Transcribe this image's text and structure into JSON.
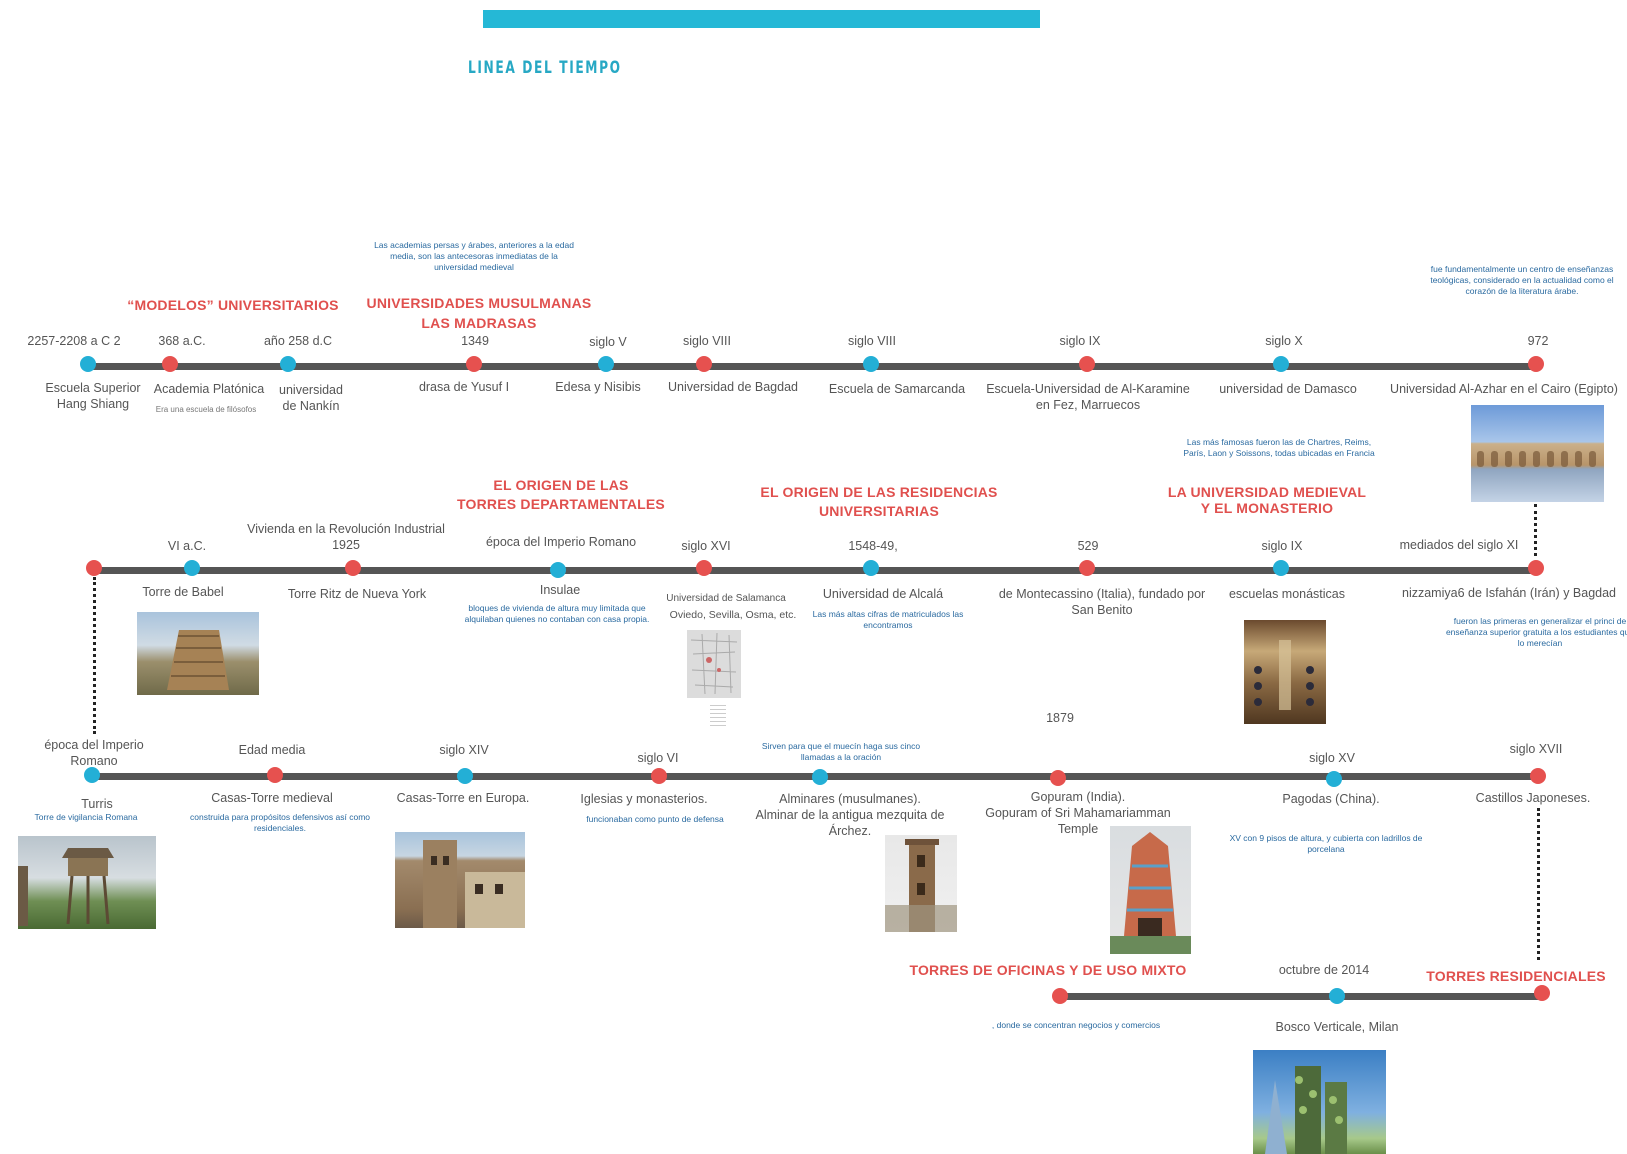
{
  "title": "LINEA DEL TIEMPO",
  "colors": {
    "accent": "#25b8d6",
    "heading": "#e0504e",
    "line": "#555555",
    "note": "#2a6aa0",
    "dot_red": "#e6514f",
    "dot_blue": "#23afd6"
  },
  "row1": {
    "heading_modelos": "“MODELOS” UNIVERSITARIOS",
    "heading_musulmanas_1": "UNIVERSIDADES MUSULMANAS",
    "heading_musulmanas_2": "LAS MADRASAS",
    "note_musulmanas": "Las academias persas y árabes, anteriores a la edad media, son las antecesoras inmediatas de la universidad medieval",
    "note_cairo": "fue fundamentalmente un centro de enseñanzas teológicas, considerado en la actualidad como el corazón de la literatura árabe.",
    "events": [
      {
        "date": "2257-2208 a C 2",
        "label": "Escuela Superior\nHang Shiang",
        "color": "blue"
      },
      {
        "date": "368 a.C.",
        "label": "Academia Platónica",
        "sub": "Era una escuela de filósofos",
        "color": "red"
      },
      {
        "date": "año 258 d.C",
        "label": "universidad\nde Nankín",
        "color": "blue"
      },
      {
        "date": "1349",
        "label": "drasa de Yusuf I",
        "color": "red"
      },
      {
        "date": "siglo V",
        "label": "Edesa y Nisibis",
        "color": "blue"
      },
      {
        "date": "siglo VIII",
        "label": "Universidad de Bagdad",
        "color": "red"
      },
      {
        "date": "siglo VIII",
        "label": "Escuela de Samarcanda",
        "color": "blue"
      },
      {
        "date": "siglo IX",
        "label": "Escuela-Universidad de Al-Karamine\nen Fez, Marruecos",
        "color": "red"
      },
      {
        "date": "siglo X",
        "label": "universidad de Damasco",
        "color": "blue"
      },
      {
        "date": "972",
        "label": "Universidad Al-Azhar en el Cairo (Egipto)",
        "color": "red"
      }
    ]
  },
  "row2": {
    "heading_torres_1": "EL ORIGEN DE LAS",
    "heading_torres_2": "TORRES DEPARTAMENTALES",
    "heading_residencias_1": "EL ORIGEN DE LAS RESIDENCIAS",
    "heading_residencias_2": "UNIVERSITARIAS",
    "heading_medieval_1": "LA UNIVERSIDAD MEDIEVAL",
    "heading_medieval_2": "Y EL MONASTERIO",
    "note_medieval": "Las más famosas fueron las de Chartres, Reims, París, Laon y Soissons, todas ubicadas en Francia",
    "note_insulae": "bloques de vivienda de altura muy limitada que alquilaban quienes no contaban con casa propia.",
    "note_alcala": "Las más altas cifras de matriculados las encontramos",
    "note_nizzamiya": "fueron las primeras en generalizar el princi de enseñanza superior gratuita a los estudiantes que lo merecían",
    "events": [
      {
        "date": "",
        "label": "",
        "color": "red"
      },
      {
        "date": "VI a.C.",
        "label": "Torre de Babel",
        "color": "blue"
      },
      {
        "date": "Vivienda en la Revolución Industrial\n1925",
        "label": "Torre Ritz de Nueva York",
        "color": "red"
      },
      {
        "date": "época del Imperio Romano",
        "label": "Insulae",
        "color": "blue"
      },
      {
        "date": "siglo XVI",
        "label": "Universidad de Salamanca",
        "sub": "Oviedo, Sevilla, Osma, etc.",
        "color": "red"
      },
      {
        "date": "1548-49,",
        "label": "Universidad de Alcalá",
        "color": "blue"
      },
      {
        "date": "529",
        "label": "de Montecassino (Italia), fundado por\nSan Benito",
        "color": "red"
      },
      {
        "date": "siglo IX",
        "label": "escuelas monásticas",
        "color": "blue"
      },
      {
        "date": "mediados del siglo XI",
        "label": "nizzamiya6 de Isfahán (Irán) y Bagdad",
        "color": "red"
      }
    ]
  },
  "row3": {
    "date_1879": "1879",
    "note_turris": "Torre de vigilancia Romana",
    "note_casas": "construida para propósitos defensivos así como residenciales.",
    "note_iglesias": "funcionaban como punto de defensa",
    "note_alminares": "Sirven para que el muecín haga sus cinco llamadas a la oración",
    "note_pagodas": "XV con 9 pisos de altura, y cubierta con ladrillos de porcelana",
    "events": [
      {
        "date": "época del Imperio\nRomano",
        "label": "Turris",
        "color": "blue"
      },
      {
        "date": "Edad media",
        "label": "Casas-Torre medieval",
        "color": "red"
      },
      {
        "date": "siglo XIV",
        "label": "Casas-Torre en Europa.",
        "color": "blue"
      },
      {
        "date": "siglo VI",
        "label": "Iglesias y monasterios.",
        "color": "red"
      },
      {
        "date": "",
        "label": "Alminares (musulmanes).\nAlminar de la antigua mezquita de\nÁrchez.",
        "color": "blue"
      },
      {
        "date": "",
        "label": "Gopuram (India).\nGopuram of Sri Mahamariamman\nTemple",
        "color": "red"
      },
      {
        "date": "siglo XV",
        "label": "Pagodas (China).",
        "color": "blue"
      },
      {
        "date": "siglo XVII",
        "label": "Castillos Japoneses.",
        "color": "red"
      }
    ]
  },
  "row4": {
    "heading_oficinas": "TORRES DE OFICINAS Y DE USO MIXTO",
    "heading_residenciales": "TORRES RESIDENCIALES",
    "note_oficinas": ", donde se concentran negocios y comercios",
    "events": [
      {
        "date": "",
        "label": "",
        "color": "red"
      },
      {
        "date": "octubre de 2014",
        "label": "Bosco Verticale, Milan",
        "color": "blue"
      },
      {
        "date": "",
        "label": "",
        "color": "red"
      }
    ]
  }
}
